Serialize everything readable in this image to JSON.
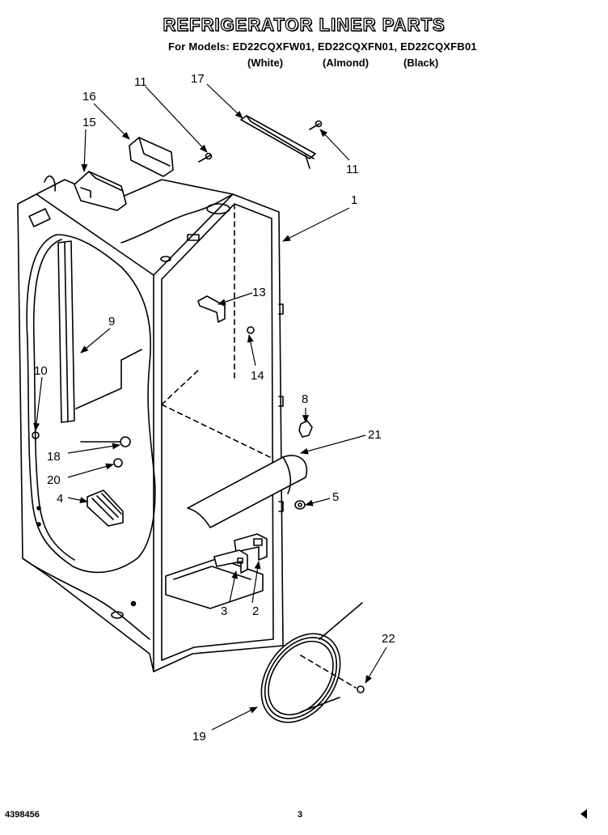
{
  "header": {
    "title": "REFRIGERATOR LINER PARTS",
    "models_line": "For Models: ED22CQXFW01, ED22CQXFN01, ED22CQXFB01",
    "variants": [
      "(White)",
      "(Almond)",
      "(Black)"
    ]
  },
  "footer": {
    "document_number": "4398456",
    "page_number": "3"
  },
  "callouts": {
    "c1": "1",
    "c2": "2",
    "c3": "3",
    "c4": "4",
    "c5": "5",
    "c8": "8",
    "c9": "9",
    "c10": "10",
    "c11a": "11",
    "c11b": "11",
    "c13": "13",
    "c14": "14",
    "c15": "15",
    "c16": "16",
    "c17": "17",
    "c18": "18",
    "c19": "19",
    "c20": "20",
    "c21": "21",
    "c22": "22"
  }
}
